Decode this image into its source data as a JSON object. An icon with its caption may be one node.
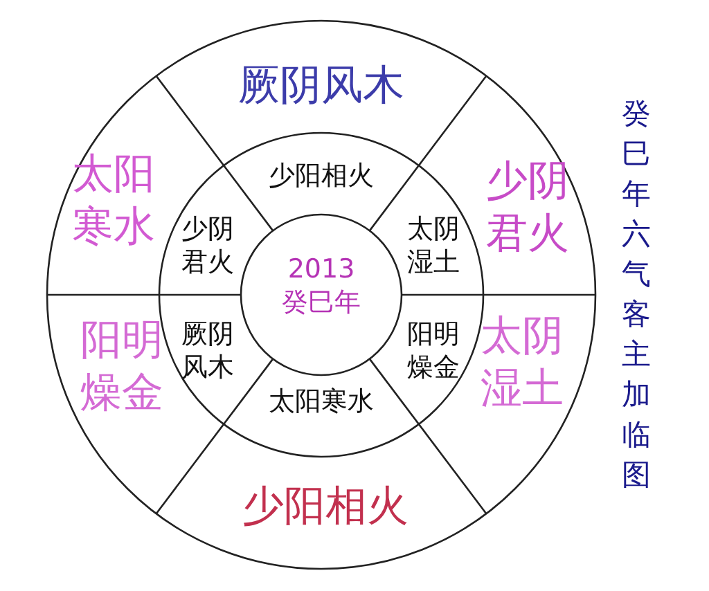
{
  "diagram": {
    "title": "癸巳年六气客主加临图",
    "nodes": [
      {
        "text": [
          "厥阴风木"
        ]
      },
      {
        "text": [
          "少阳相火"
        ]
      },
      {
        "text": [
          "太阳寒水"
        ]
      },
      {
        "text": [
          "少阴君火"
        ]
      },
      {
        "text": [
          "2013",
          "癸巳年"
        ]
      },
      {
        "text": [
          "太阴湿土"
        ]
      },
      {
        "text": [
          "少阴君火"
        ]
      },
      {
        "text": [
          "阳明燥金"
        ]
      },
      {
        "text": [
          "厥阴风木"
        ]
      },
      {
        "text": [
          "阳明燥金"
        ]
      },
      {
        "text": [
          "太阴湿土"
        ]
      },
      {
        "text": [
          "太阳寒水"
        ]
      },
      {
        "text": [
          "少阳相火"
        ]
      }
    ],
    "edges": []
  }
}
